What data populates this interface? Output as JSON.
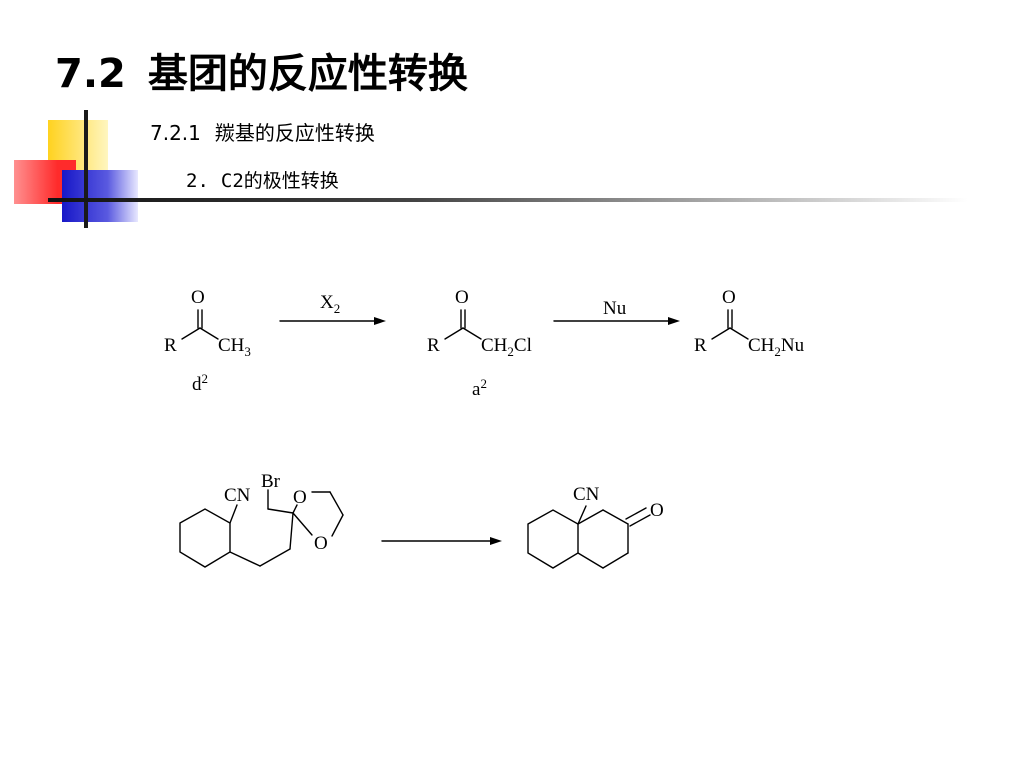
{
  "slide": {
    "title_num": "7.2",
    "title_text": "基团的反应性转换",
    "subtitle1_num": "7.2.1",
    "subtitle1_text": "羰基的反应性转换",
    "subtitle2_num": "2.",
    "subtitle2_text": "C2的极性转换"
  },
  "scheme1": {
    "r1_o": "O",
    "r1_r": "R",
    "r1_ch": "CH",
    "r1_sub": "3",
    "r1_label": "d",
    "r1_label_sup": "2",
    "arrow1_reagent": "X",
    "arrow1_sub": "2",
    "r2_o": "O",
    "r2_r": "R",
    "r2_ch": "CH",
    "r2_sub": "2",
    "r2_tail": "Cl",
    "r2_label": "a",
    "r2_label_sup": "2",
    "arrow2_reagent": "Nu",
    "r3_o": "O",
    "r3_r": "R",
    "r3_ch": "CH",
    "r3_sub": "2",
    "r3_tail": "Nu"
  },
  "scheme2": {
    "start_cn": "CN",
    "start_br": "Br",
    "start_o1": "O",
    "start_o2": "O",
    "product_cn": "CN",
    "product_o": "O"
  },
  "colors": {
    "yellow": "#ffd21f",
    "red": "#ff2b2b",
    "blue": "#2a2ad6",
    "dark": "#1a1a1a"
  }
}
